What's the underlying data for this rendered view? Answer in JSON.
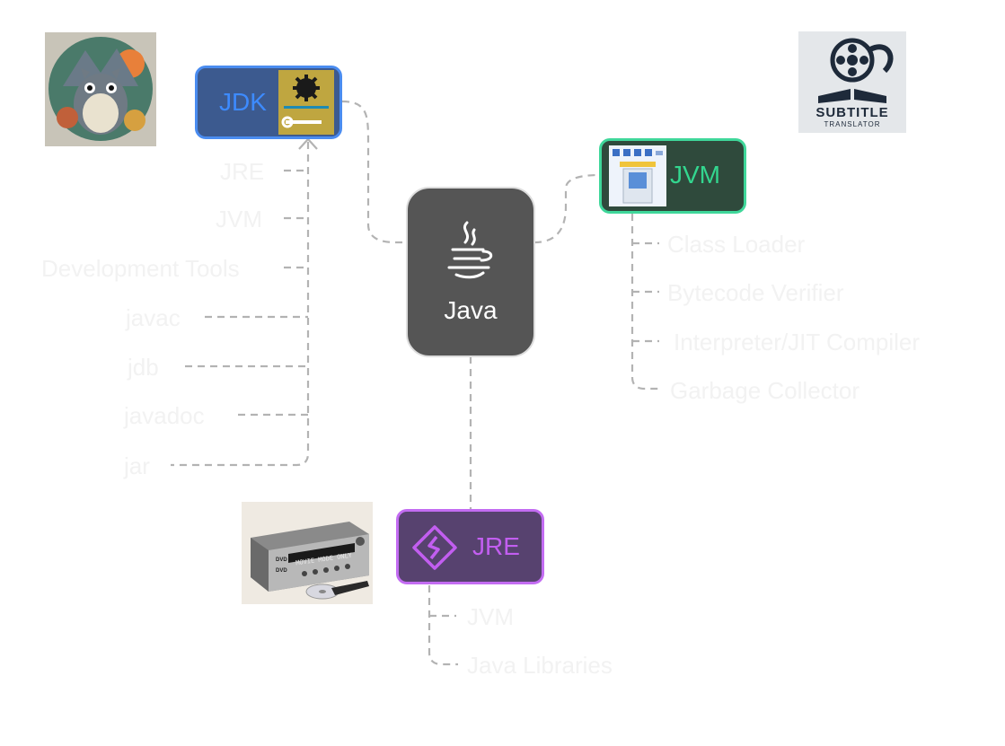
{
  "colors": {
    "jdk": "#3c5a8f",
    "jdk_border": "#4a8cf0",
    "jdk_text": "#3d8bff",
    "jvm": "#2f4a3c",
    "jvm_border": "#3fd79a",
    "jvm_text": "#33d68f",
    "jre": "#57426f",
    "jre_border": "#c36cf2",
    "jre_text": "#c25ef0",
    "java": "#555555",
    "connector": "#b3b3b3",
    "leaf_text": "#f2f2f2"
  },
  "center": {
    "label": "Java",
    "icon": "coffee-cup-icon"
  },
  "jdk": {
    "label": "JDK",
    "icon": "gear-wrench-icon",
    "children": [
      "JRE",
      "JVM",
      "Development Tools",
      "javac",
      "jdb",
      "javadoc",
      "jar"
    ]
  },
  "jvm": {
    "label": "JVM",
    "icon": "server-window-icon",
    "children": [
      "Class Loader",
      "Bytecode Verifier",
      "Interpreter/JIT Compiler",
      "Garbage Collector"
    ]
  },
  "jre": {
    "label": "JRE",
    "icon": "diamond-logo-icon",
    "children": [
      "JVM",
      "Java Libraries"
    ]
  },
  "images": {
    "top_left": "totoro-illustration",
    "top_right": "subtitle-translator-logo",
    "bottom_left": "dvd-player-photo"
  },
  "logo_text": {
    "line1": "SUBTITLE",
    "line2": "TRANSLATOR"
  },
  "device_text": {
    "display": "MOVIE MODE ONLY",
    "badge_top": "DVD",
    "badge_bottom": "DVD"
  }
}
